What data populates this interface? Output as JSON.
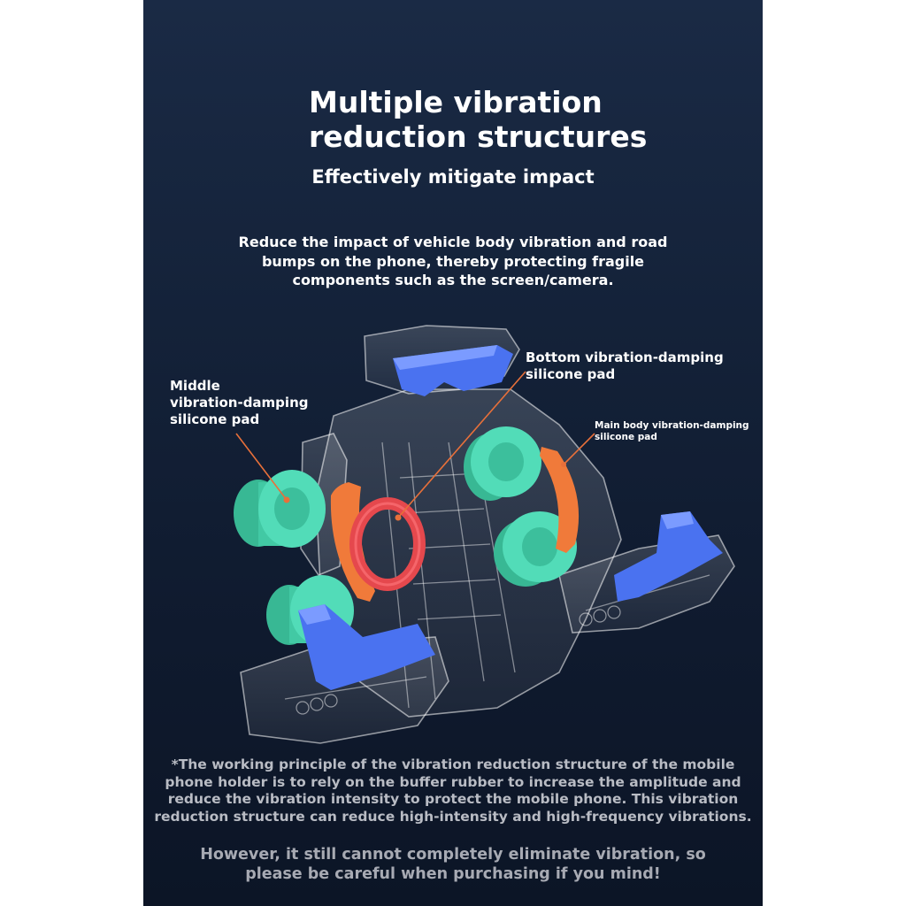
{
  "title": {
    "line1": "Multiple vibration",
    "line2": "reduction structures"
  },
  "subtitle": "Effectively mitigate impact",
  "description": {
    "line1": "Reduce the impact of vehicle body vibration and road",
    "line2": "bumps on the phone, thereby protecting fragile",
    "line3": "components such as the screen/camera."
  },
  "labels": {
    "middle": {
      "line1": "Middle",
      "line2": "vibration-damping",
      "line3": "silicone pad"
    },
    "bottom": {
      "line1": "Bottom vibration-damping",
      "line2": "silicone pad"
    },
    "main": {
      "line1": "Main body vibration-damping",
      "line2": "silicone pad"
    }
  },
  "footnote": {
    "line1": "*The working principle of the vibration reduction structure of the mobile",
    "line2": "phone holder is to rely on the buffer rubber to increase the amplitude and",
    "line3": "reduce the vibration intensity to protect the mobile phone. This vibration",
    "line4": "reduction structure can reduce high-intensity and high-frequency vibrations."
  },
  "warning": {
    "line1": "However, it still cannot completely eliminate vibration, so",
    "line2": "please be careful when purchasing if you mind!"
  },
  "colors": {
    "background_top": "#1a2a45",
    "background_bottom": "#0c1526",
    "text": "#ffffff",
    "footnote_text": "#b9bcc4",
    "green_pad": "#48d6b2",
    "orange_pad": "#f07a3a",
    "red_ring": "#e5484d",
    "blue_clip": "#4a72f0",
    "leader_line": "#e8703a"
  }
}
